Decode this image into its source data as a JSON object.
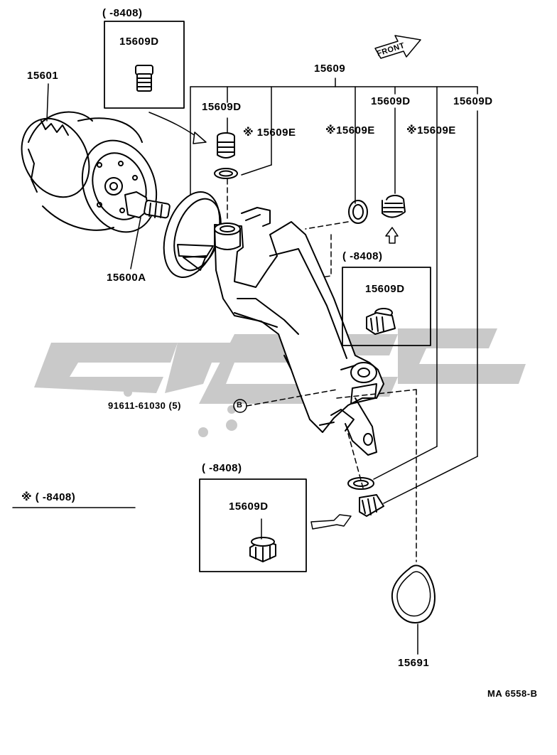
{
  "labels": {
    "box_top_range": "(       -8408)",
    "box_top_part": "15609D",
    "part_15601": "15601",
    "part_15609": "15609",
    "front": "FRONT",
    "plug_15609d_a": "15609D",
    "gasket_e_a": "※ 15609E",
    "gasket_e_b": "※15609E",
    "plug_15609d_b": "15609D",
    "gasket_e_c": "※15609E",
    "plug_15609d_c": "15609D",
    "part_15600a": "15600A",
    "box_mid_range": "(       -8408)",
    "box_mid_part": "15609D",
    "bolt_ref": "91611-61030 (5)",
    "bolt_mark": "B",
    "note_range": "※ (        -8408)",
    "box_bot_range": "(        -8408)",
    "box_bot_part": "15609D",
    "part_15691": "15691",
    "drawing_code": "MA 6558-B"
  },
  "colors": {
    "line": "#000000",
    "watermark": "#c8c8c8"
  }
}
